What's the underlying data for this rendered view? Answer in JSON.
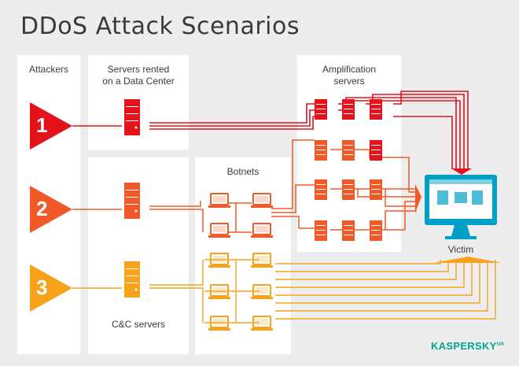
{
  "title": "DDoS Attack Scenarios",
  "labels": {
    "attackers": "Attackers",
    "servers_rented": "Servers rented",
    "servers_rented_2": "on a Data Center",
    "amplification": "Amplification",
    "amplification_2": "servers",
    "botnets": "Botnets",
    "cc_servers": "C&C servers",
    "victim": "Victim"
  },
  "scenarios": [
    "1",
    "2",
    "3"
  ],
  "colors": {
    "scenario1": "#e3121b",
    "scenario2": "#f05a28",
    "scenario3": "#f7a21b",
    "victim": "#00a0c6",
    "panel": "#ffffff",
    "background": "#ededed"
  },
  "logo": {
    "text": "KASPERSKY",
    "sub": "lab"
  }
}
